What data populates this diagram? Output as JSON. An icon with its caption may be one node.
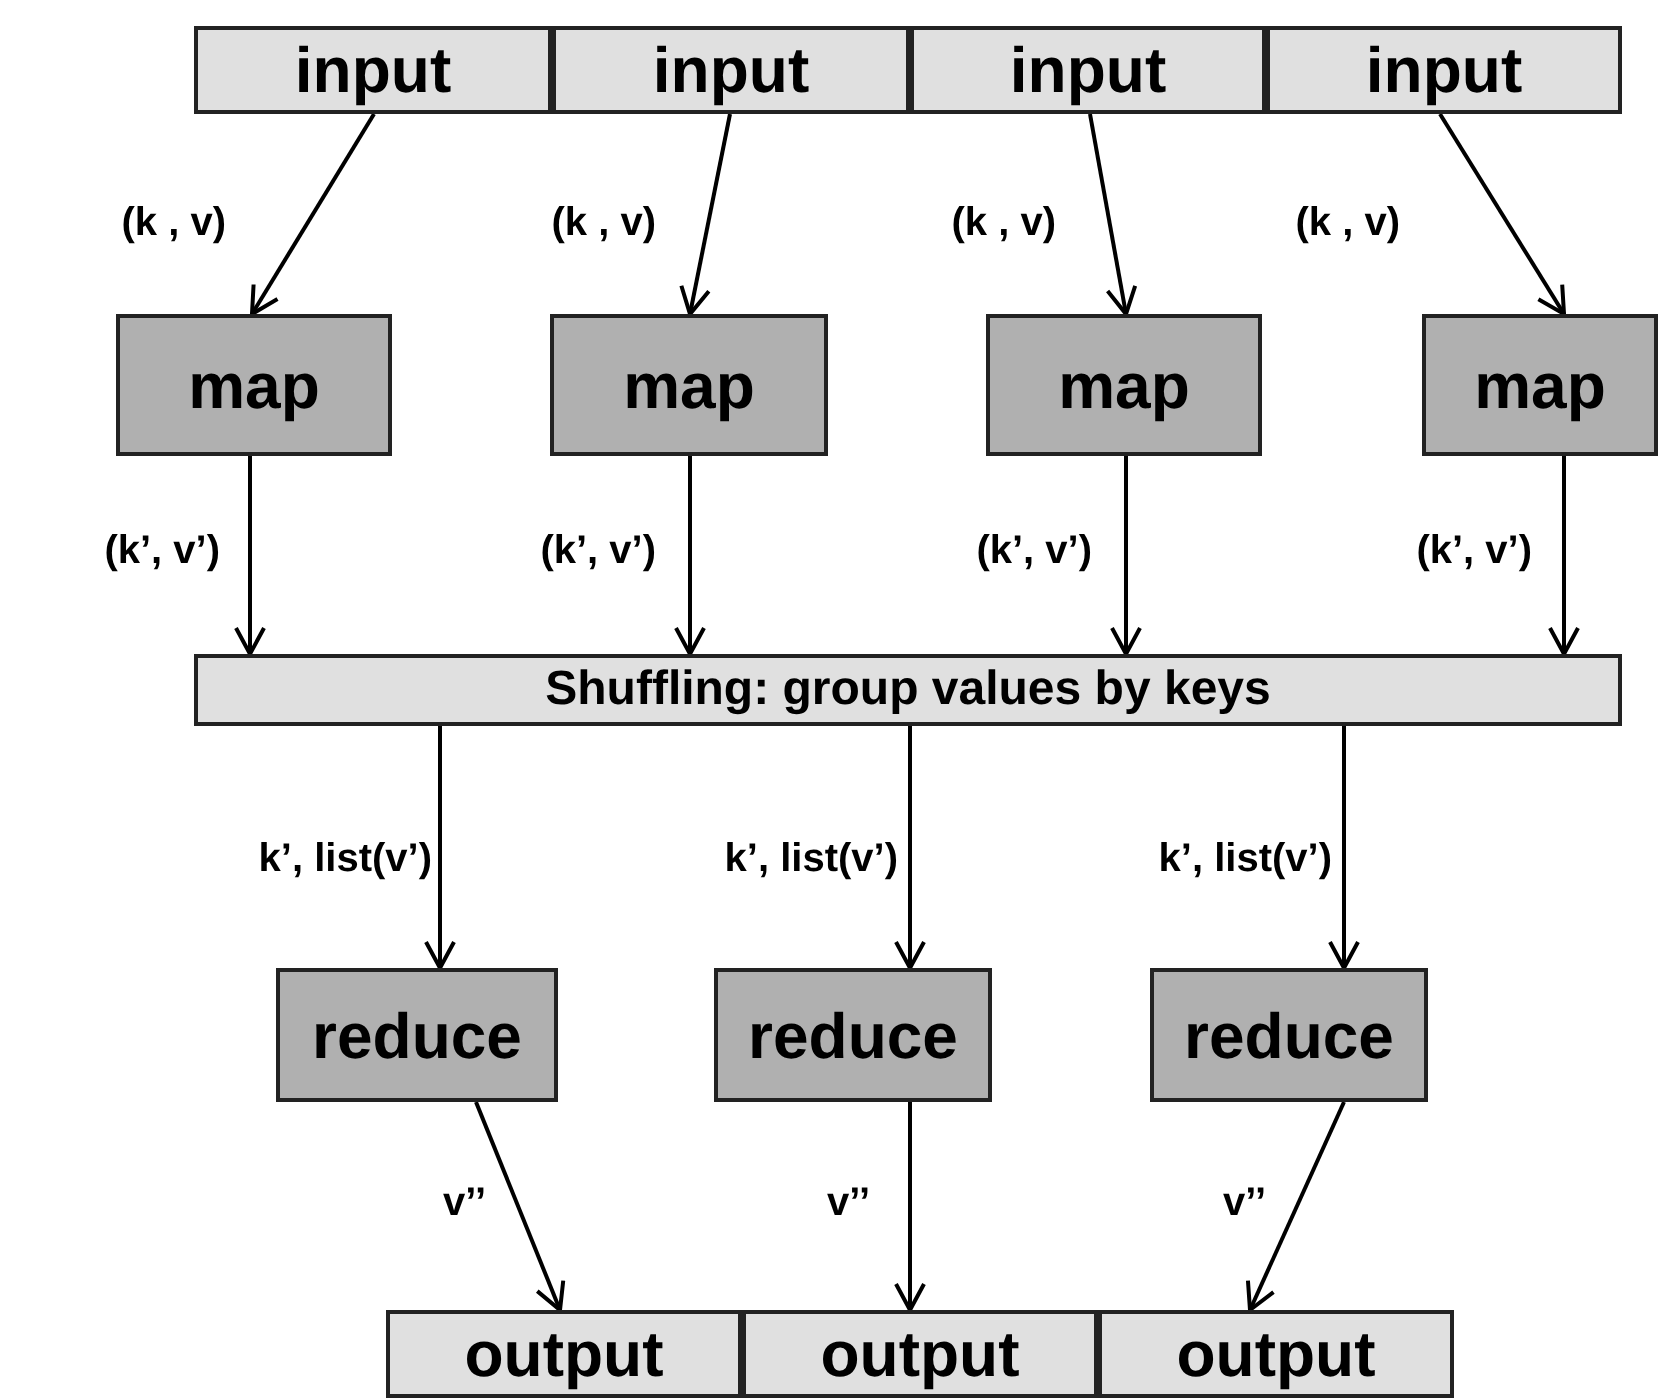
{
  "diagram": {
    "nodes": [
      {
        "text": [
          "input"
        ]
      },
      {
        "text": [
          "input"
        ]
      },
      {
        "text": [
          "input"
        ]
      },
      {
        "text": [
          "input"
        ]
      },
      {
        "text": [
          "map"
        ]
      },
      {
        "text": [
          "map"
        ]
      },
      {
        "text": [
          "map"
        ]
      },
      {
        "text": [
          "map"
        ]
      },
      {
        "text": [
          "Shuffling: group values by keys"
        ]
      },
      {
        "text": [
          "reduce"
        ]
      },
      {
        "text": [
          "reduce"
        ]
      },
      {
        "text": [
          "reduce"
        ]
      },
      {
        "text": [
          "output"
        ]
      },
      {
        "text": [
          "output"
        ]
      },
      {
        "text": [
          "output"
        ]
      }
    ],
    "edges": [
      {
        "from": 0,
        "to": 4,
        "arrow": "to",
        "label": "(k , v)"
      },
      {
        "from": 1,
        "to": 5,
        "arrow": "to",
        "label": "(k , v)"
      },
      {
        "from": 2,
        "to": 6,
        "arrow": "to",
        "label": "(k , v)"
      },
      {
        "from": 3,
        "to": 7,
        "arrow": "to",
        "label": "(k , v)"
      },
      {
        "from": 4,
        "to": 8,
        "arrow": "to",
        "label": "(k’, v’)"
      },
      {
        "from": 5,
        "to": 8,
        "arrow": "to",
        "label": "(k’, v’)"
      },
      {
        "from": 6,
        "to": 8,
        "arrow": "to",
        "label": "(k’, v’)"
      },
      {
        "from": 7,
        "to": 8,
        "arrow": "to",
        "label": "(k’, v’)"
      },
      {
        "from": 8,
        "to": 9,
        "arrow": "to",
        "label": "k’, list(v’)"
      },
      {
        "from": 8,
        "to": 10,
        "arrow": "to",
        "label": "k’, list(v’)"
      },
      {
        "from": 8,
        "to": 11,
        "arrow": "to",
        "label": "k’, list(v’)"
      },
      {
        "from": 9,
        "to": 12,
        "arrow": "to",
        "label": "v’’"
      },
      {
        "from": 10,
        "to": 13,
        "arrow": "to",
        "label": "v’’"
      },
      {
        "from": 11,
        "to": 14,
        "arrow": "to",
        "label": "v’’"
      }
    ]
  }
}
